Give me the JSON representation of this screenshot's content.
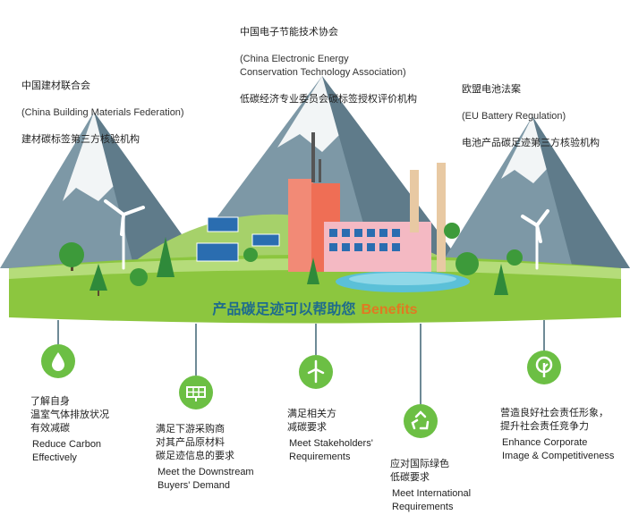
{
  "orgs": [
    {
      "cn": "中国建材联合会",
      "en": "(China Building Materials Federation)",
      "role": "建材碳标签第三方核验机构"
    },
    {
      "cn": "中国电子节能技术协会",
      "en": "(China Electronic Energy\nConservation Technology Association)",
      "role": "低碳经济专业委员会碳标签授权评价机构"
    },
    {
      "cn": "欧盟电池法案",
      "en": "(EU Battery Regulation)",
      "role": "电池产品碳足迹第三方核验机构"
    }
  ],
  "banner": {
    "cn": "产品碳足迹可以帮助您",
    "en": "Benefits"
  },
  "benefits": [
    {
      "cn": "了解自身\n温室气体排放状况\n有效减碳",
      "en": "Reduce Carbon\nEffectively",
      "icon": "water-drop-icon"
    },
    {
      "cn": "满足下游采购商\n对其产品原材料\n碳足迹信息的要求",
      "en": "Meet the Downstream\nBuyers' Demand",
      "icon": "solar-panel-icon"
    },
    {
      "cn": "满足相关方\n减碳要求",
      "en": "Meet Stakeholders'\nRequirements",
      "icon": "wind-turbine-icon"
    },
    {
      "cn": "应对国际绿色\n低碳要求",
      "en": "Meet International\nRequirements",
      "icon": "recycle-icon"
    },
    {
      "cn": "营造良好社会责任形象，\n提升社会责任竞争力",
      "en": "Enhance Corporate\nImage & Competitiveness",
      "icon": "tree-icon"
    }
  ],
  "colors": {
    "grass": "#8cc63f",
    "mountain": "#6b8796",
    "accent_blue": "#1f6c8c",
    "accent_orange": "#e07a22",
    "icon_green": "#6cbf44"
  }
}
